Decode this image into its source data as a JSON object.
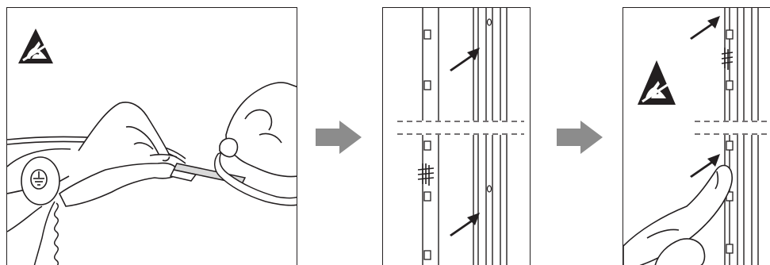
{
  "figure": {
    "steps": [
      {
        "id": 1,
        "content": "esd-wrist-strap-peel-tape"
      },
      {
        "id": 2,
        "content": "rack-rail-position-strip"
      },
      {
        "id": 3,
        "content": "rack-rail-press-strip"
      }
    ],
    "icons": [
      "esd-warning-icon",
      "flow-arrow-icon",
      "press-arrow-icon"
    ],
    "colors": {
      "line": "#231f20",
      "flow_arrow": "#8c8c8c",
      "background": "#ffffff"
    }
  }
}
